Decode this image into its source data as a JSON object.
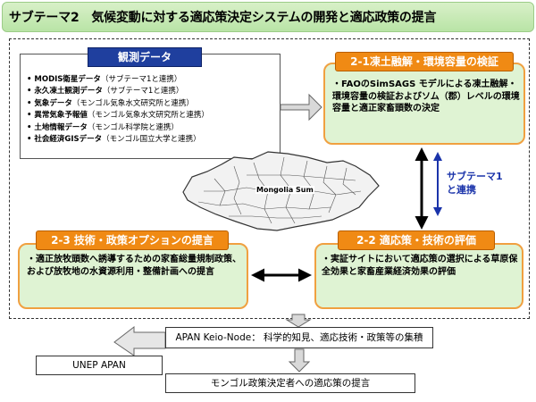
{
  "title": "サブテーマ2　気候変動に対する適応策決定システムの開発と適応政策の提言",
  "observation": {
    "label": "観測データ",
    "items": [
      {
        "bold": "MODIS衛星データ",
        "note": "（サブテーマ1と連携）"
      },
      {
        "bold": "永久凍土観測データ",
        "note": "（サブテーマ1と連携）"
      },
      {
        "bold": "気象データ",
        "note": "（モンゴル気象水文研究所と連携）"
      },
      {
        "bold": "異常気象予報値",
        "note": "（モンゴル気象水文研究所と連携）"
      },
      {
        "bold": "土地情報データ",
        "note": "（モンゴル科学院と連携）"
      },
      {
        "bold": "社会経済GISデータ",
        "note": "（モンゴル国立大学と連携）"
      }
    ]
  },
  "box_2_1": {
    "label": "2-1凍土融解・環境容量の検証",
    "text": "・FAOのSimSAGS モデルによる凍土融解・環境容量の検証およびソム（郡）レベルの環境容量と適正家畜頭数の決定"
  },
  "box_2_2": {
    "label": "2-2 適応策・技術の評価",
    "text": "・実証サイトにおいて適応策の選択による草原保全効果と家畜産業経済効果の評価"
  },
  "box_2_3": {
    "label": "2-3 技術・政策オプションの提言",
    "text": "・適正放牧頭数へ誘導するための家畜総量規制政策、および放牧地の水資源利用・整備計画への提言"
  },
  "subtheme_link": {
    "line1": "サブテーマ1",
    "line2": "と連携"
  },
  "map_label": "Mongolia Sum",
  "flow": {
    "apan": "APAN Keio-Node： 科学的知見、適応技術・政策等の集積",
    "unep": "UNEP  APAN",
    "mongolia": "モンゴル政策決定者への適応策の提言"
  },
  "colors": {
    "title_bg": "#c4e8b0",
    "blue_label": "#1f3f9e",
    "orange_label": "#f08a14",
    "green_box": "#dff3d3",
    "arrow_blue": "#1a33aa"
  }
}
